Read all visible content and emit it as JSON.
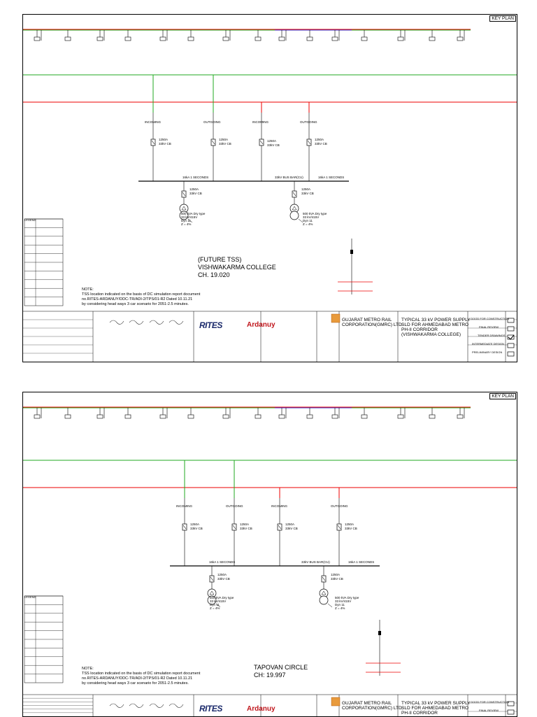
{
  "sheets": [
    {
      "key_plan": "KEY PLAN",
      "feeders": [
        "INCOMING",
        "OUTGOING",
        "INCOMING",
        "OUTGOING"
      ],
      "cb_rating": "1250A",
      "cb_type": "33kV CB",
      "bus_left": "16kA 1 SECONDS",
      "bus_center": "33kV BUS BAR(CU)",
      "bus_right": "16kA 1 SECONDS",
      "tx_cb_rating": "1250A",
      "tx_cb_type": "33kV CB",
      "transformer": [
        "500 kVA Dry type",
        "33 kV/415V",
        "Dyn 11",
        "Z = 4%"
      ],
      "station_lines": [
        "(FUTURE TSS)",
        "VISHWAKARMA COLLEGE",
        "CH. 19.020"
      ],
      "note_title": "NOTE:",
      "note_lines": [
        "TSS location indicated on the basis of DC simulation report document",
        "no.RITES-ARDANUY/DDC-TR/ADI-2/TPS/01-R2 Dated 10.11.21",
        "by considering head ways 3 car scenario for 2051-2.5 minutes."
      ],
      "legend_title": "LEGEND",
      "client": [
        "GUJARAT METRO RAIL",
        "CORPORATION(GMRC) LTD."
      ],
      "drawing_title": [
        "TYPICAL 33 kV POWER SUPPLY",
        "SLD FOR AHMEDABAD METRO",
        "PH-II CORRIDOR",
        "(VISHWAKARMA COLLEGE)"
      ],
      "status_items": [
        "GOOD FOR CONSTRUCTION",
        "FINAL REVIEW",
        "TENDER DRAWINGS",
        "INTERMEDIATE DESIGN",
        "PRELIMINARY DESIGN"
      ],
      "status_checked": 2,
      "logo_rites": "RITES",
      "logo_ardanuy": "Ardanuy"
    },
    {
      "key_plan": "KEY PLAN",
      "feeders": [
        "INCOMING",
        "OUTGOING",
        "INCOMING",
        "OUTGOING"
      ],
      "cb_rating": "1250A",
      "cb_type": "33kV CB",
      "bus_left": "16kA 1 SECONDS",
      "bus_center": "33kV BUS BAR(CU)",
      "bus_right": "16kA 1 SECONDS",
      "tx_cb_rating": "1250A",
      "tx_cb_type": "33kV CB",
      "transformer": [
        "500 kVA Dry type",
        "33 kV/415V",
        "Dyn 11",
        "Z = 4%"
      ],
      "station_lines": [
        "TAPOVAN CIRCLE",
        "CH: 19.997"
      ],
      "note_title": "NOTE:",
      "note_lines": [
        "TSS location indicated on the basis of DC simulation report document",
        "no.RITES-ARDANUY/DDC-TR/ADI-2/TPS/01-R2 Dated 10.11.21",
        "by considering head ways 3 car scenario for 2051-2.5 minutes."
      ],
      "legend_title": "LEGEND",
      "client": [
        "GUJARAT METRO RAIL",
        "CORPORATION(GMRC) LTD."
      ],
      "drawing_title": [
        "TYPICAL 33 kV POWER SUPPLY",
        "SLD FOR AHMEDABAD METRO",
        "PH-II CORRIDOR",
        "(TAPOVAN CIRCLE)"
      ],
      "status_items": [
        "GOOD FOR CONSTRUCTION",
        "FINAL REVIEW"
      ],
      "status_checked": -1,
      "logo_rites": "RITES",
      "logo_ardanuy": "Ardanuy"
    }
  ]
}
